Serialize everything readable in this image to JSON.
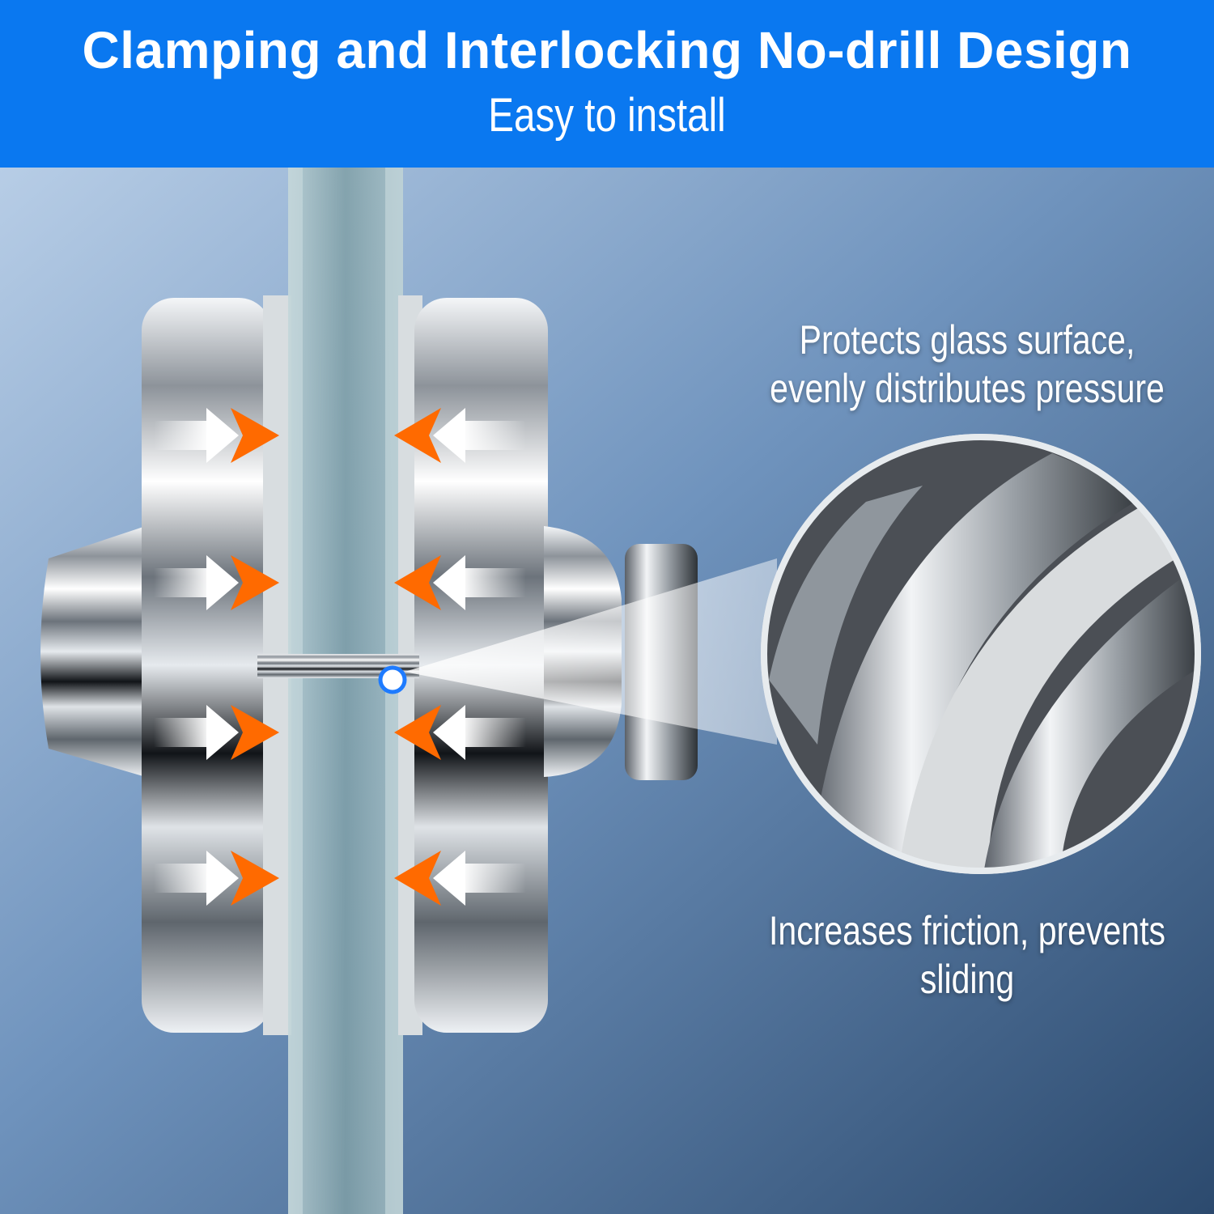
{
  "header": {
    "title": "Clamping and Interlocking No-drill Design",
    "subtitle": "Easy to install"
  },
  "callouts": {
    "glass_protection": "Protects glass surface, evenly distributes pressure",
    "friction": "Increases friction, prevents sliding"
  },
  "colors": {
    "banner": "#0a78f0",
    "arrow_accent": "#ff6a00",
    "arrow_white": "#ffffff",
    "marker": "#1e7bff"
  },
  "icons": {
    "pressure_arrows": "double-arrow-pointing-inward",
    "detail_marker": "circle-marker"
  }
}
